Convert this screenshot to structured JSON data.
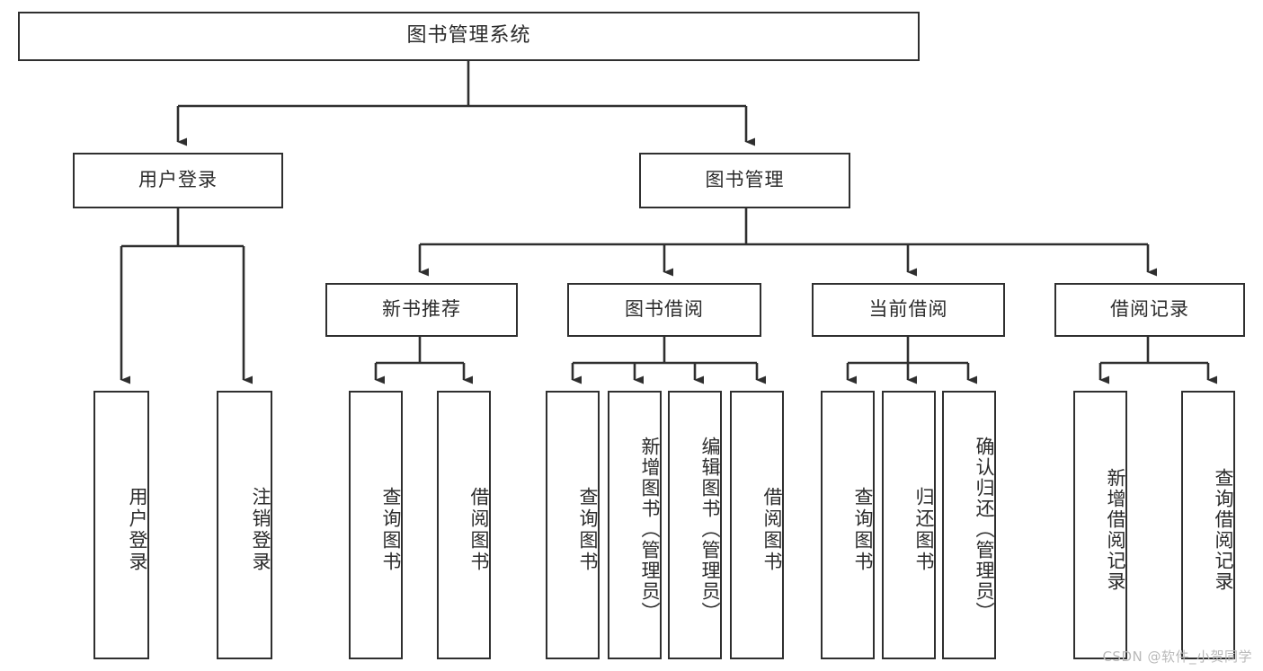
{
  "diagram": {
    "title": "图书管理系统",
    "type": "tree",
    "root": {
      "id": "root",
      "label": "图书管理系统"
    },
    "level2": [
      {
        "id": "user-login",
        "label": "用户登录"
      },
      {
        "id": "book-manage",
        "label": "图书管理"
      }
    ],
    "level3": [
      {
        "id": "new-book-recommend",
        "label": "新书推荐",
        "parent": "book-manage"
      },
      {
        "id": "book-borrow",
        "label": "图书借阅",
        "parent": "book-manage"
      },
      {
        "id": "current-borrow",
        "label": "当前借阅",
        "parent": "book-manage"
      },
      {
        "id": "borrow-record",
        "label": "借阅记录",
        "parent": "book-manage"
      }
    ],
    "leaves": [
      {
        "id": "leaf-user-login",
        "label": "用户登录",
        "parent": "user-login"
      },
      {
        "id": "leaf-logout-login",
        "label": "注销登录",
        "parent": "user-login"
      },
      {
        "id": "leaf-query-book-1",
        "label": "查询图书",
        "parent": "new-book-recommend"
      },
      {
        "id": "leaf-borrow-book-1",
        "label": "借阅图书",
        "parent": "new-book-recommend"
      },
      {
        "id": "leaf-query-book-2",
        "label": "查询图书",
        "parent": "book-borrow"
      },
      {
        "id": "leaf-add-book",
        "label": "新增图书（管理员）",
        "parent": "book-borrow"
      },
      {
        "id": "leaf-edit-book",
        "label": "编辑图书（管理员）",
        "parent": "book-borrow"
      },
      {
        "id": "leaf-borrow-book-2",
        "label": "借阅图书",
        "parent": "book-borrow"
      },
      {
        "id": "leaf-query-book-3",
        "label": "查询图书",
        "parent": "current-borrow"
      },
      {
        "id": "leaf-return-book",
        "label": "归还图书",
        "parent": "current-borrow"
      },
      {
        "id": "leaf-confirm-return",
        "label": "确认归还（管理员）",
        "parent": "current-borrow"
      },
      {
        "id": "leaf-add-record",
        "label": "新增借阅记录",
        "parent": "borrow-record"
      },
      {
        "id": "leaf-query-record",
        "label": "查询借阅记录",
        "parent": "borrow-record"
      }
    ],
    "watermark": "CSDN @软件_小贺同学",
    "colors": {
      "line": "#2f2f2f",
      "box_border": "#2f2f2f",
      "box_fill": "#ffffff",
      "text": "#2b2b2b",
      "watermark": "#b9b9b9",
      "background": "#ffffff"
    }
  }
}
